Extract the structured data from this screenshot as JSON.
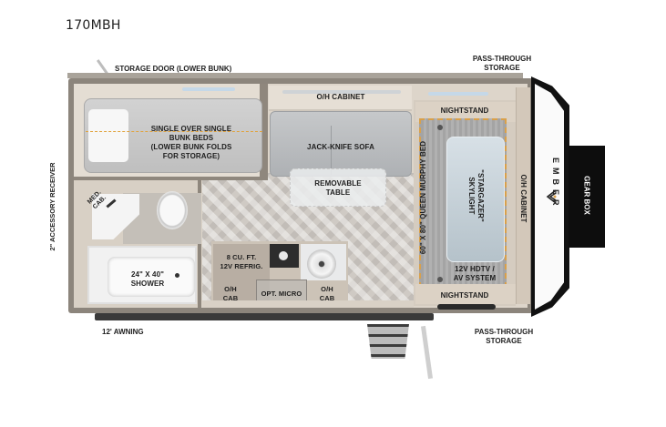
{
  "model": "170MBH",
  "brand": "EMBER",
  "exterior_labels": {
    "storage_door": "STORAGE DOOR (LOWER BUNK)",
    "pass_through_top": [
      "PASS-THROUGH",
      "STORAGE"
    ],
    "pass_through_bottom": [
      "PASS-THROUGH",
      "STORAGE"
    ],
    "accessory_receiver": "2\" ACCESSORY RECEIVER",
    "awning": "12' AWNING",
    "gear_box": "GEAR BOX"
  },
  "rooms": {
    "bunk": [
      "SINGLE OVER SINGLE",
      "BUNK BEDS",
      "(LOWER BUNK FOLDS",
      "FOR STORAGE)"
    ],
    "med_cab": [
      "MED.",
      "CAB."
    ],
    "shower": [
      "24\" X 40\"",
      "SHOWER"
    ],
    "oh_cabinet_top": "O/H CABINET",
    "sofa": "JACK-KNIFE SOFA",
    "table": [
      "REMOVABLE",
      "TABLE"
    ],
    "fridge": [
      "8 CU. FT.",
      "12V REFRIG."
    ],
    "oh_cab_left": [
      "O/H",
      "CAB"
    ],
    "micro": "OPT. MICRO",
    "oh_cab_right": [
      "O/H",
      "CAB"
    ],
    "murphy_bed": "60\" X 80\" QUEEN MURPHY BED",
    "skylight": [
      "\"STARGAZER\"",
      "SKYLIGHT"
    ],
    "hdtv": [
      "12V HDTV /",
      "AV SYSTEM"
    ],
    "nightstand_top": "NIGHTSTAND",
    "nightstand_bottom": "NIGHTSTAND",
    "oh_cabinet_right": "O/H CABINET"
  },
  "colors": {
    "wall": "#8f877d",
    "interior": "#ddd5ca",
    "accent_dashed": "#e0a23c",
    "cap_black": "#111111"
  }
}
